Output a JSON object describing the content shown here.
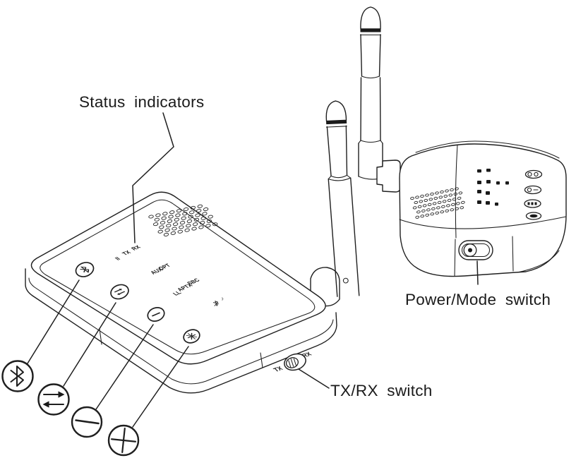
{
  "callouts": {
    "status_indicators": "Status indicators",
    "tx_rx_switch": "TX/RX switch",
    "power_mode_switch": "Power/Mode switch"
  },
  "transmitter": {
    "panel_indicators": {
      "pause": "II",
      "tx": "TX",
      "rx": "RX",
      "opt": "OPT",
      "aux": "AUX",
      "sbc": "SBC",
      "aptx": "APTX",
      "ll": "LL",
      "music_note": "♪"
    },
    "mode_switch": {
      "tx": "TX",
      "rx": "RX"
    },
    "buttons": [
      {
        "name": "pairing-button",
        "icon": "bluetooth-icon"
      },
      {
        "name": "source-button",
        "icon": "swap-arrows-icon"
      },
      {
        "name": "volume-down-button",
        "icon": "minus-icon"
      },
      {
        "name": "volume-up-button",
        "icon": "plus-icon"
      }
    ]
  },
  "receiver": {
    "buttons": [
      {
        "name": "pairing-button"
      },
      {
        "name": "source-button"
      },
      {
        "name": "volume-down-button"
      },
      {
        "name": "volume-up-button"
      }
    ],
    "switch": {
      "name": "power-mode-switch"
    }
  },
  "legend_icons": [
    "bluetooth-icon",
    "swap-arrows-icon",
    "minus-icon",
    "plus-icon"
  ],
  "colors": {
    "line": "#1f1f1f",
    "background": "#ffffff"
  }
}
